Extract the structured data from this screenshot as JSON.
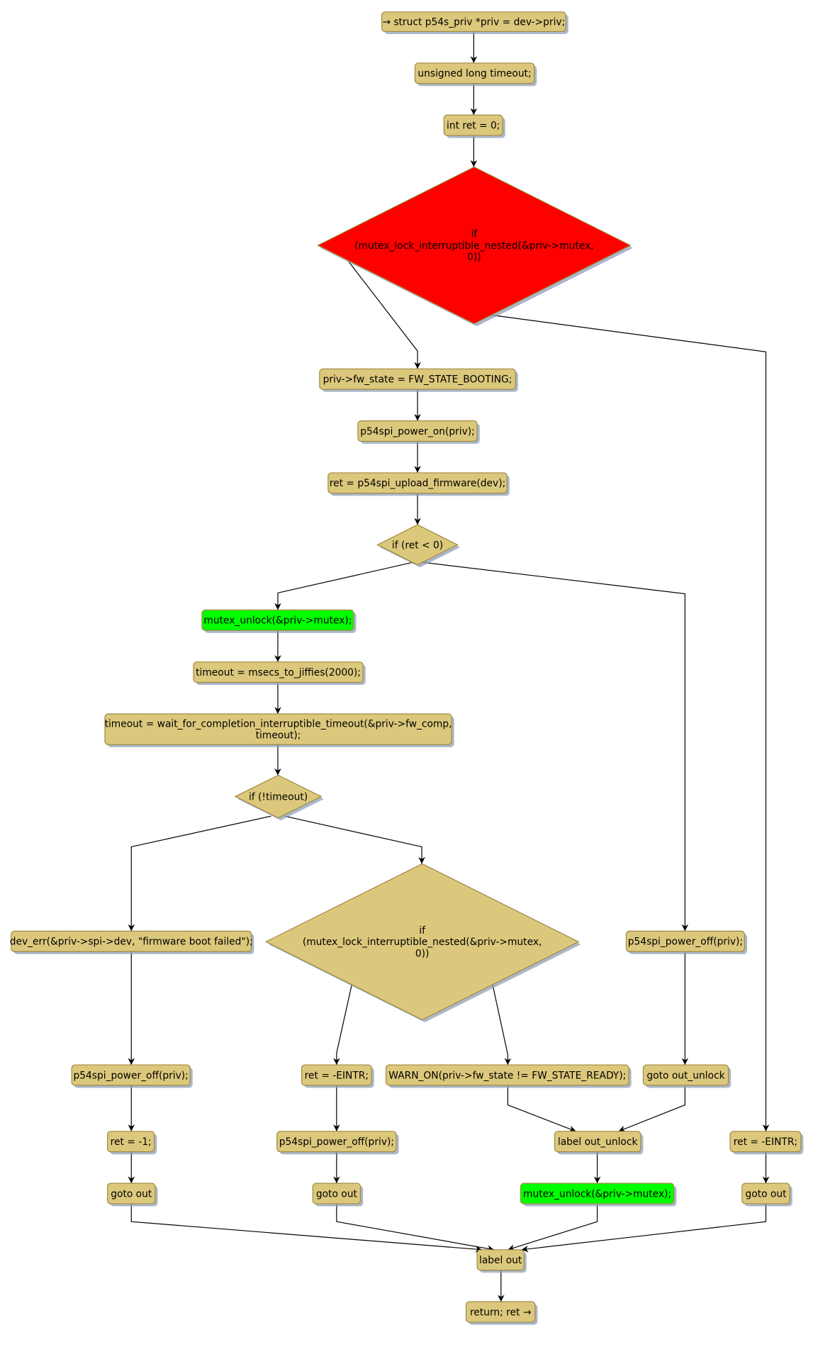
{
  "nodes": {
    "n0": "→ struct p54s_priv *priv = dev->priv;",
    "n1": "unsigned long timeout;",
    "n2": "int ret = 0;",
    "d0": [
      "if",
      "(mutex_lock_interruptible_nested(&priv->mutex,",
      "0))"
    ],
    "n3": "priv->fw_state = FW_STATE_BOOTING;",
    "n4": "p54spi_power_on(priv);",
    "n5": "ret = p54spi_upload_firmware(dev);",
    "d1": [
      "if (ret < 0)"
    ],
    "n6": "mutex_unlock(&priv->mutex);",
    "n7": "timeout = msecs_to_jiffies(2000);",
    "n8": [
      "timeout = wait_for_completion_interruptible_timeout(&priv->fw_comp,",
      "timeout);"
    ],
    "d2": [
      "if (!timeout)"
    ],
    "n9": "dev_err(&priv->spi->dev, \"firmware boot failed\");",
    "d3": [
      "if",
      "(mutex_lock_interruptible_nested(&priv->mutex,",
      "0))"
    ],
    "n10": "p54spi_power_off(priv);",
    "n11": "p54spi_power_off(priv);",
    "n12": "ret = -EINTR;",
    "n13": "WARN_ON(priv->fw_state != FW_STATE_READY);",
    "n14": "goto out_unlock",
    "n15": "ret = -1;",
    "n16": "p54spi_power_off(priv);",
    "n17": "label out_unlock",
    "n18": "ret = -EINTR;",
    "n19": "goto out",
    "n20": "goto out",
    "n21": "mutex_unlock(&priv->mutex);",
    "n22": "goto out",
    "n23": "label out",
    "n24": "return; ret →"
  },
  "colors": {
    "node": "#dcc87c",
    "highlight_green": "#00ff00",
    "highlight_red": "#ff0000"
  }
}
